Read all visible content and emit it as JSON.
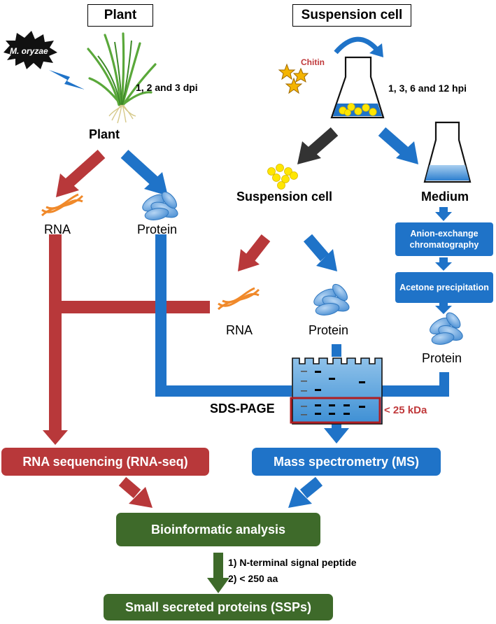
{
  "plant_header": "Plant",
  "suspension_header": "Suspension cell",
  "pathogen_label": "M. oryzae",
  "plant_timepoints": "1, 2 and 3 dpi",
  "plant_label": "Plant",
  "chitin_label": "Chitin",
  "suspension_timepoints": "1, 3, 6 and 12 hpi",
  "suspension_cell_label": "Suspension cell",
  "medium_label": "Medium",
  "rna_left": "RNA",
  "protein_left": "Protein",
  "rna_mid": "RNA",
  "protein_mid": "Protein",
  "protein_right": "Protein",
  "anion_box": "Anion-exchange chromatography",
  "acetone_box": "Acetone precipitation",
  "sds_page_label": "SDS-PAGE",
  "kda_label": "< 25 kDa",
  "rna_seq_box": "RNA sequencing (RNA-seq)",
  "ms_box": "Mass spectrometry (MS)",
  "bioinfo_box": "Bioinformatic analysis",
  "criteria": [
    "1) N-terminal signal peptide",
    "2) < 250 aa"
  ],
  "ssp_box": "Small secreted proteins (SSPs)",
  "colors": {
    "red": "#b8383a",
    "blue": "#1f73c8",
    "green": "#3e6a2a",
    "orange": "#f0892a",
    "dark_arrow": "#333333",
    "kda_red": "#c0393b"
  }
}
